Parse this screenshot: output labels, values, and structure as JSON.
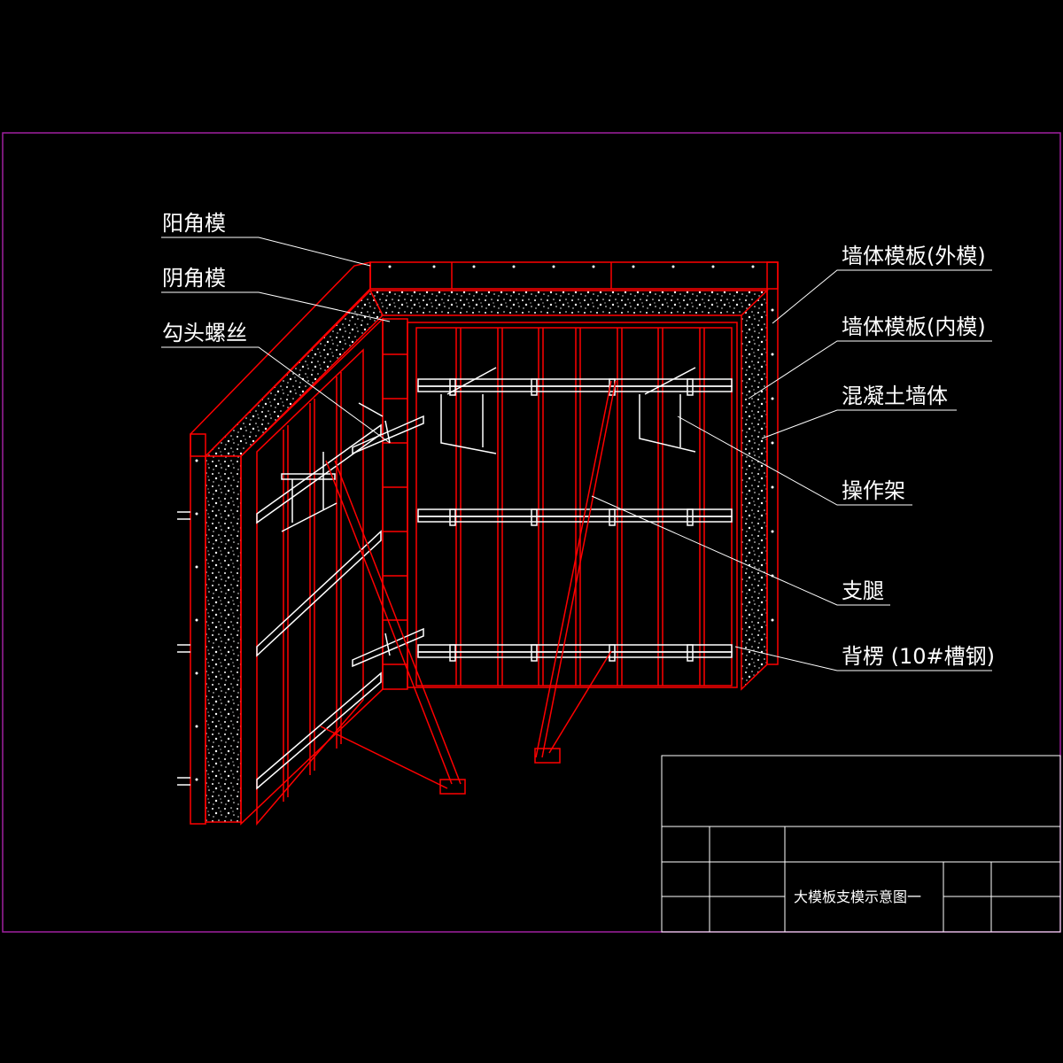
{
  "labels_left": {
    "yangjiao": "阳角模",
    "yinjiao": "阴角模",
    "goutou": "勾头螺丝"
  },
  "labels_right": {
    "waimo": "墙体模板(外模)",
    "neimo": "墙体模板(内模)",
    "hunningtu": "混凝土墙体",
    "caozuojia": "操作架",
    "zhitui": "支腿",
    "beileng": "背楞 (10#槽钢)"
  },
  "title_block": {
    "drawing_title": "大模板支模示意图一"
  },
  "colors": {
    "background": "#000000",
    "border": "#a020a0",
    "formwork": "#ff0000",
    "concrete": "#ffffff",
    "steel": "#ffffff",
    "text": "#ffffff"
  }
}
